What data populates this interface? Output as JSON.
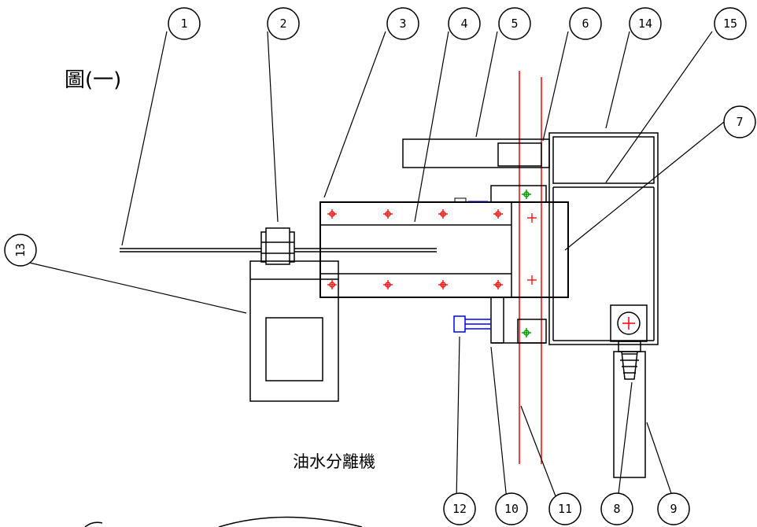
{
  "figure_label": "圖(一)",
  "caption": "油水分離機",
  "callouts": {
    "c1": "1",
    "c2": "2",
    "c3": "3",
    "c4": "4",
    "c5": "5",
    "c6": "6",
    "c14": "14",
    "c15": "15",
    "c7": "7",
    "c13": "13",
    "c12": "12",
    "c10": "10",
    "c11": "11",
    "c8": "8",
    "c9": "9"
  },
  "colors": {
    "line": "#000000",
    "center_line": "#ff0000",
    "fastener": "#ff0000",
    "pivot": "#00a000",
    "fitting": "#0000ff"
  }
}
